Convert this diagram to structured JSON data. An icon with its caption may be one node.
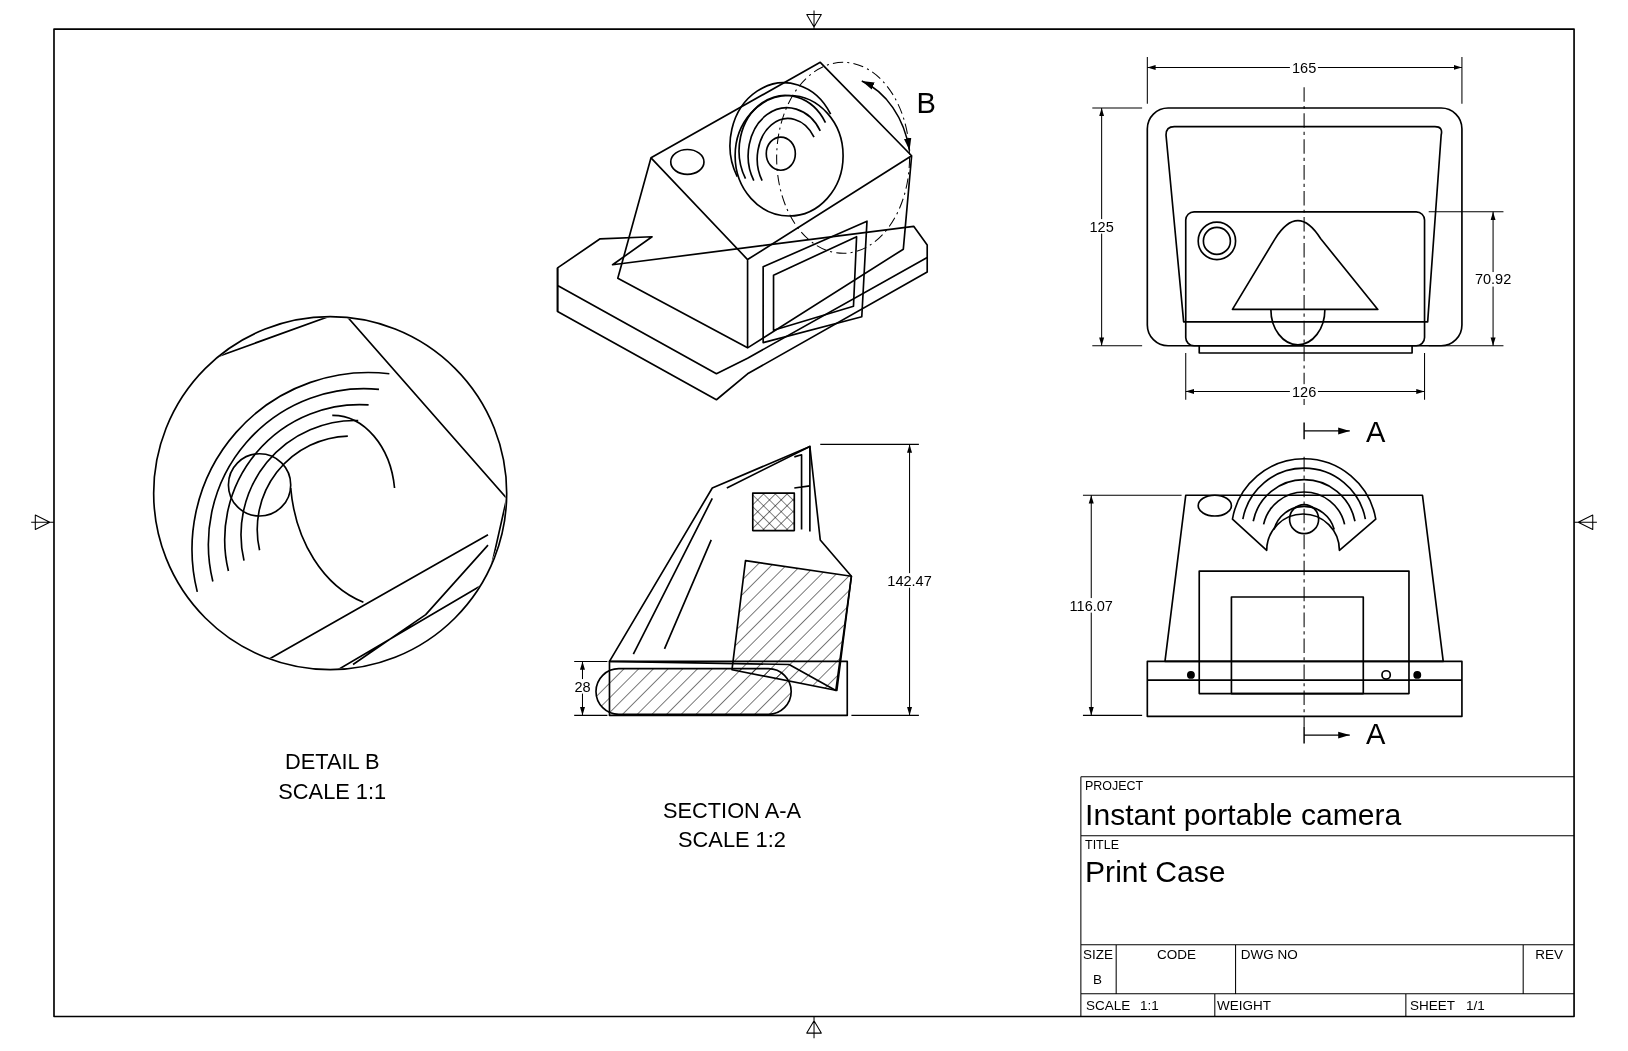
{
  "diagram": {
    "labels": [
      "B",
      "165",
      "125",
      "70.92",
      "126",
      "A",
      "142.47",
      "28",
      "116.07",
      "A",
      "DETAIL B",
      "SCALE 1:1",
      "SECTION A-A",
      "SCALE 1:2",
      "PROJECT",
      "Instant portable camera",
      "TITLE",
      "Print Case",
      "SIZE",
      "B",
      "CODE",
      "DWG NO",
      "REV",
      "SCALE",
      "1:1",
      "WEIGHT",
      "SHEET",
      "1/1"
    ]
  }
}
